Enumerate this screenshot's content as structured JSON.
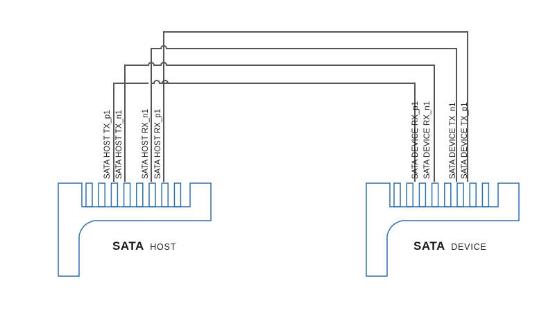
{
  "colors": {
    "connector": "#2f6fa7",
    "wire": "#555555",
    "text": "#1a1a1a",
    "background": "#ffffff"
  },
  "host": {
    "label_main": "SATA",
    "label_sub": "HOST",
    "signals": [
      "SATA HOST TX_p1",
      "SATA HOST TX_n1",
      "SATA HOST RX_n1",
      "SATA HOST RX_p1"
    ]
  },
  "device": {
    "label_main": "SATA",
    "label_sub": "DEVICE",
    "signals": [
      "SATA DEVICE RX_p1",
      "SATA DEVICE RX_n1",
      "SATA DEVICE TX_n1",
      "SATA DEVICE TX_p1"
    ]
  }
}
